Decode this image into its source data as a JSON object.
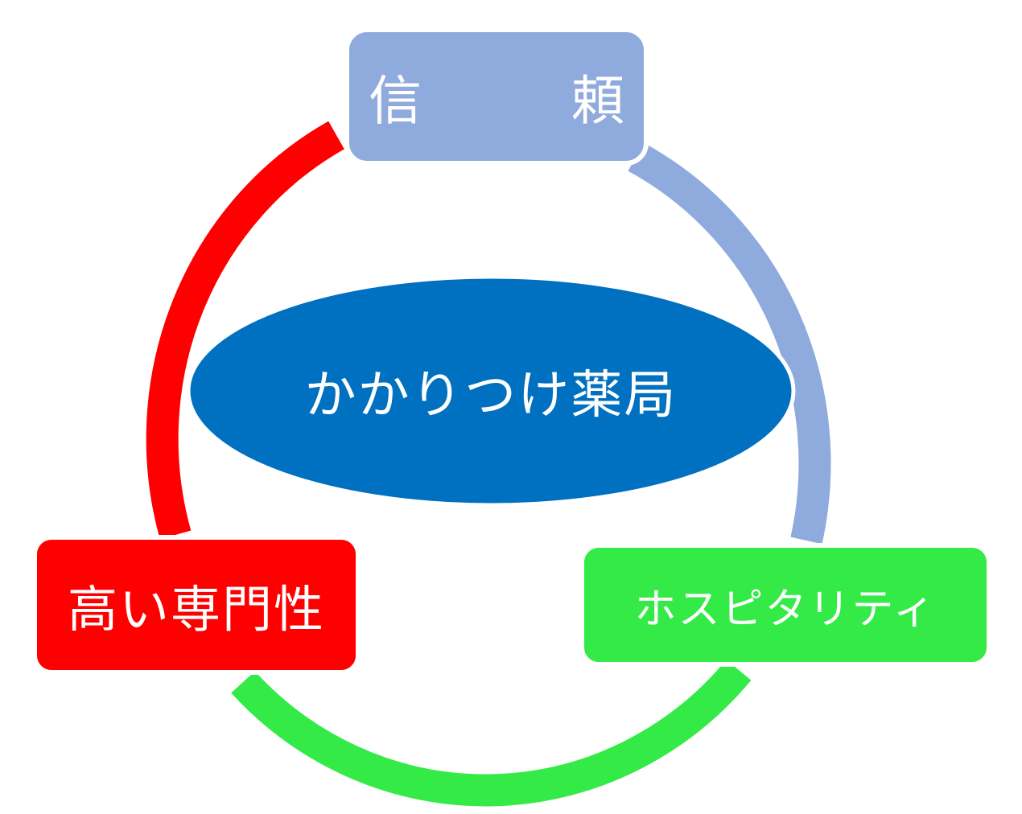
{
  "diagram": {
    "center": {
      "label": "かかりつけ薬局",
      "color": "#0070C0"
    },
    "nodes": {
      "trust": {
        "label": "信　頼",
        "color": "#8FAADC"
      },
      "hospitality": {
        "label": "ホスピタリティ",
        "color": "#33EA47"
      },
      "expertise": {
        "label": "高い専門性",
        "color": "#FF0000"
      }
    },
    "arcs": {
      "trust_to_hospitality": "#8FAADC",
      "hospitality_to_expertise": "#33EA47",
      "expertise_to_trust": "#FF0000"
    }
  }
}
